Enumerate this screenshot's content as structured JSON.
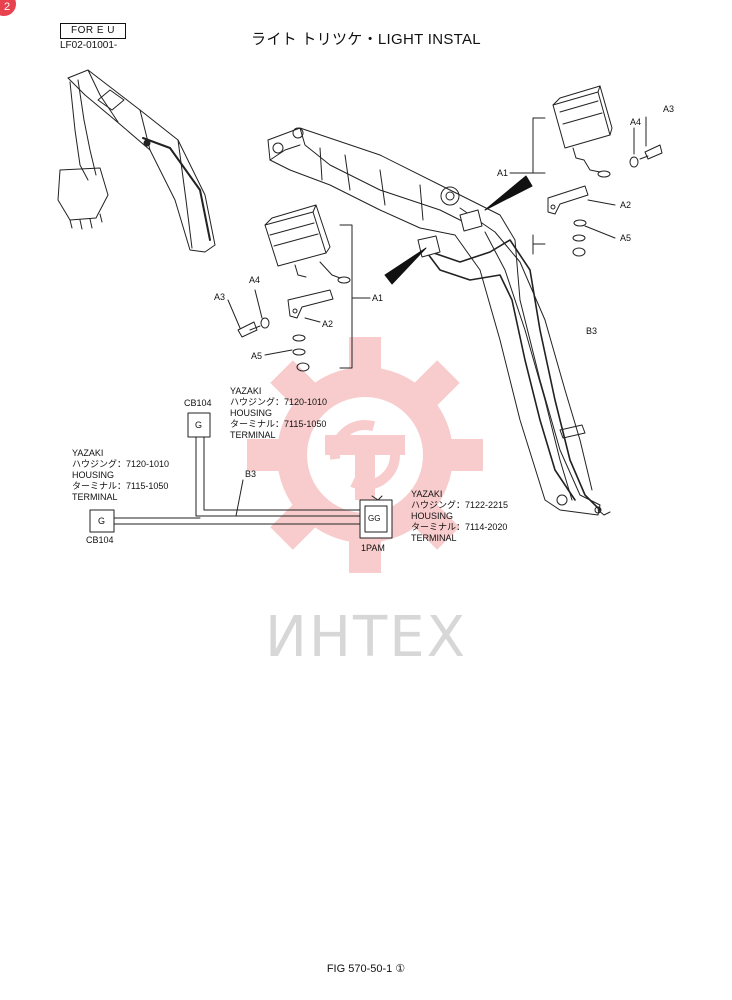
{
  "page": {
    "corner_badge": "2",
    "region_box": "FOR E U",
    "code": "LF02-01001-",
    "title": "ライト トリツケ・LIGHT INSTAL",
    "footer": "FIG 570-50-1 ①"
  },
  "watermark": {
    "text": "ИНТЕХ",
    "color": "#f08c8c"
  },
  "callouts": {
    "a1_right": "A1",
    "a2_right": "A2",
    "a3_right": "A3",
    "a4_right": "A4",
    "a5_right": "A5",
    "a1_left": "A1",
    "a2_left": "A2",
    "a3_left": "A3",
    "a4_left": "A4",
    "a5_left": "A5",
    "b3_boom": "B3"
  },
  "wiring": {
    "cb104_top": {
      "label": "CB104",
      "pin": "G",
      "maker": "YAZAKI",
      "housing_jp": "ハウジング：7120-1010",
      "housing_en": "HOUSING",
      "terminal_jp": "ターミナル：7115-1050",
      "terminal_en": "TERMINAL"
    },
    "cb104_left": {
      "label": "CB104",
      "pin": "G",
      "maker": "YAZAKI",
      "housing_jp": "ハウジング：7120-1010",
      "housing_en": "HOUSING",
      "terminal_jp": "ターミナル：7115-1050",
      "terminal_en": "TERMINAL"
    },
    "harness": "B3",
    "connector_1pam": {
      "label": "1PAM",
      "pins": "GG",
      "maker": "YAZAKI",
      "housing_jp": "ハウジング：7122-2215",
      "housing_en": "HOUSING",
      "terminal_jp": "ターミナル：7114-2020",
      "terminal_en": "TERMINAL"
    }
  }
}
